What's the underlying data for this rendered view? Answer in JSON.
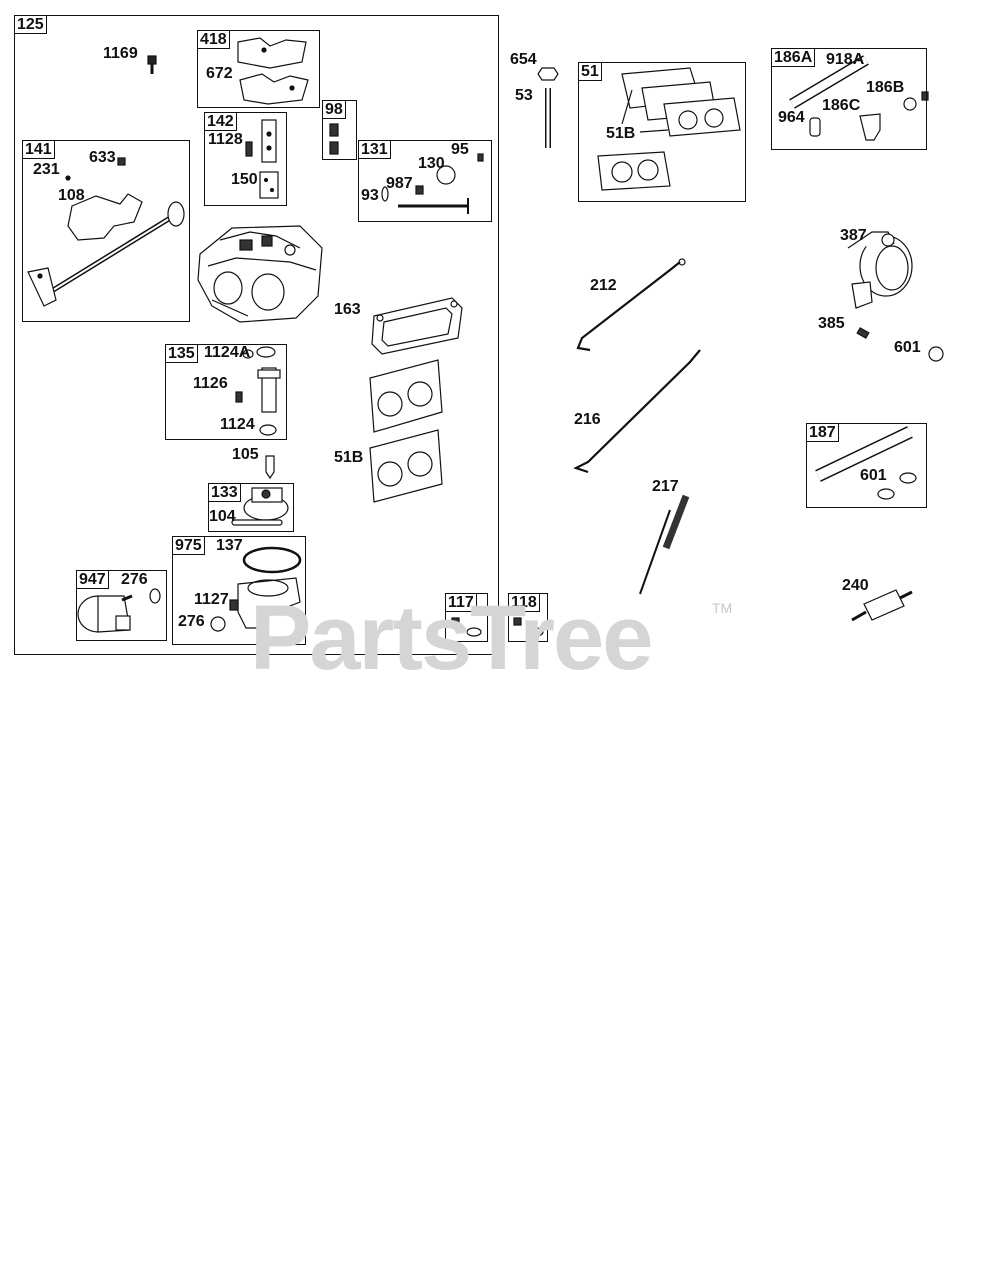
{
  "watermark": {
    "brand": "PartsTree",
    "tm": "TM",
    "color": "#d5d5d5"
  },
  "boxes": {
    "b125": "125",
    "b418": "418",
    "b98": "98",
    "b142": "142",
    "b141": "141",
    "b131": "131",
    "b135": "135",
    "b133": "133",
    "b975": "975",
    "b947": "947",
    "b117": "117",
    "b118": "118",
    "b51": "51",
    "b186A": "186A",
    "b187": "187"
  },
  "parts": {
    "p1169": "1169",
    "p672": "672",
    "p1128": "1128",
    "p150": "150",
    "p633": "633",
    "p231": "231",
    "p108": "108",
    "p95": "95",
    "p130": "130",
    "p987": "987",
    "p93": "93",
    "p163": "163",
    "p51B_a": "51B",
    "p51B_b": "51B",
    "p1124A": "1124A",
    "p1126": "1126",
    "p1124": "1124",
    "p105": "105",
    "p104": "104",
    "p137": "137",
    "p1127": "1127",
    "p276_a": "276",
    "p276_b": "276",
    "p654": "654",
    "p53": "53",
    "p918A": "918A",
    "p186B": "186B",
    "p186C": "186C",
    "p964": "964",
    "p212": "212",
    "p216": "216",
    "p217": "217",
    "p387": "387",
    "p385": "385",
    "p601_a": "601",
    "p601_b": "601",
    "p240": "240"
  }
}
